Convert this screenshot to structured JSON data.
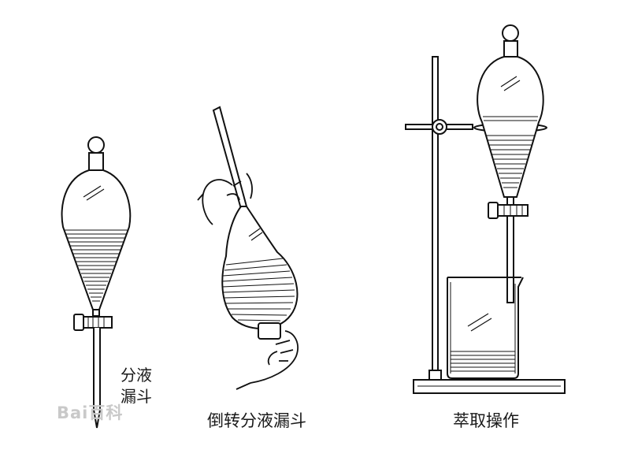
{
  "labels": {
    "separatory_funnel": "分液\n漏斗",
    "invert_funnel": "倒转分液漏斗",
    "extraction": "萃取操作"
  },
  "watermark": "Bai百科"
}
